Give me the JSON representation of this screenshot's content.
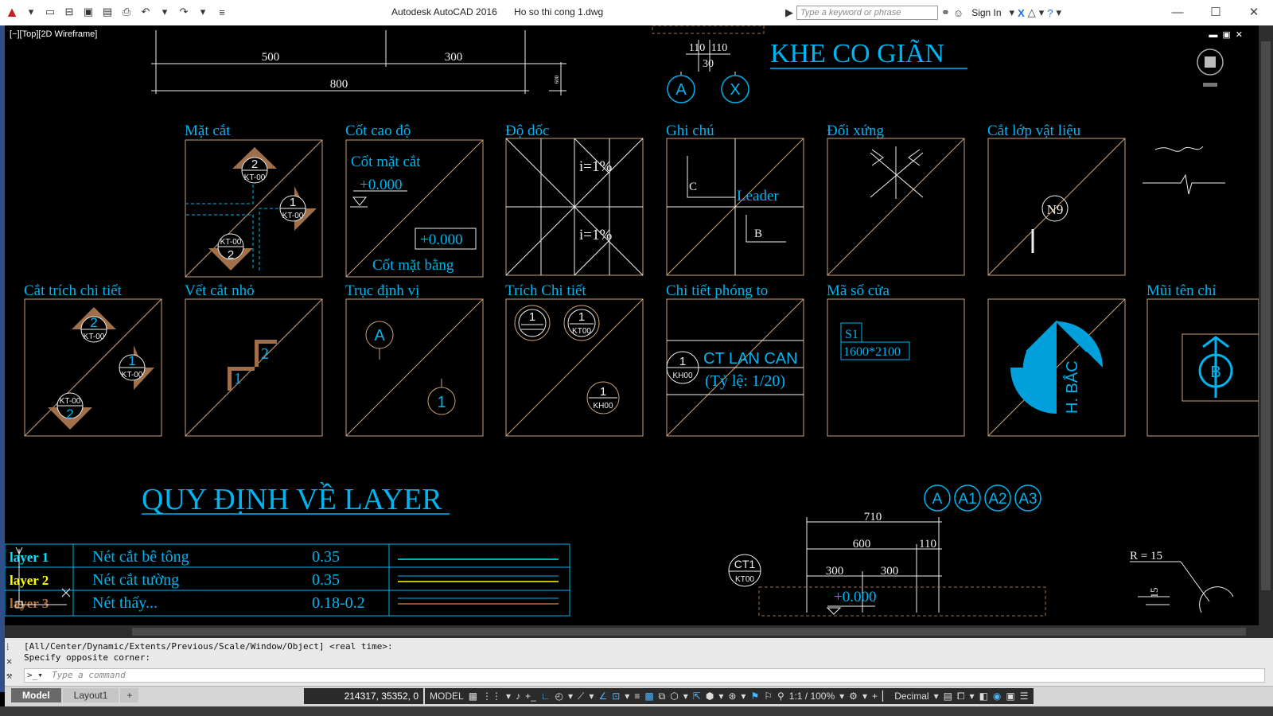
{
  "app": {
    "name": "Autodesk AutoCAD 2016",
    "file": "Ho so thi cong 1.dwg",
    "search_placeholder": "Type a keyword or phrase",
    "sign_in": "Sign In"
  },
  "viewport": {
    "label": "[−][Top][2D Wireframe]"
  },
  "drawing": {
    "dims_top": {
      "d1": "500",
      "d2": "300",
      "d3": "800",
      "d4": "600"
    },
    "khe": {
      "title": "KHE CO GIÃN",
      "d1": "110",
      "d2": "110",
      "d3": "30",
      "axis_a": "A",
      "axis_x": "X"
    },
    "cells_row1": {
      "mat_cat": "Mặt cắt",
      "cot_cao_do": "Cốt cao độ",
      "do_doc": "Độ dốc",
      "ghi_chu": "Ghi chú",
      "doi_xung": "Đối xứng",
      "cat_lop": "Cắt lớp vật liệu"
    },
    "cells_row2": {
      "cat_trich": "Cắt trích chi tiết",
      "vet_cat": "Vết cắt nhỏ",
      "truc_dinh_vi": "Trục định vị",
      "trich_ct": "Trích Chi tiết",
      "ct_phong_to": "Chi tiết phóng to",
      "ma_so_cua": "Mã số cửa",
      "mui_ten": "Mũi tên chỉ"
    },
    "texts": {
      "n2": "2",
      "n1": "1",
      "kt": "KT-00",
      "kt2": "KT00",
      "kh": "KH00",
      "cot_mat_cat": "Cốt mặt cắt",
      "cot_mat_bang": "Cốt mặt bằng",
      "level": "+0.000",
      "slope": "i=1%",
      "c": "C",
      "b": "B",
      "leader": "Leader",
      "n9": "N9",
      "axis_a": "A",
      "ct_lan_can": "CT LAN CAN",
      "ty_le": "(Tỷ lệ: 1/20)",
      "s1": "S1",
      "size": "1600*2100",
      "h_bac": "H. BẮC",
      "arrow_b": "B"
    },
    "layer_title": "QUY ĐỊNH VỀ LAYER",
    "layers": [
      {
        "name": "layer 1",
        "desc": "Nét cắt bê tông",
        "weight": "0.35",
        "color": "#00e5ff",
        "line": "#00e5ff"
      },
      {
        "name": "layer 2",
        "desc": "Nét cắt tường",
        "weight": "0.35",
        "color": "#ffff00",
        "line": "#ffff00"
      },
      {
        "name": "layer 3",
        "desc": "Nét thấy...",
        "weight": "0.18-0.2",
        "color": "#b87333",
        "line": "#b87333"
      }
    ],
    "axes_right": [
      "A",
      "A1",
      "A2",
      "A3"
    ],
    "dims_right": {
      "d710": "710",
      "d600": "600",
      "d110": "110",
      "d300a": "300",
      "d300b": "300",
      "r": "R = 15",
      "d15": "15"
    },
    "ct1": {
      "top": "CT1",
      "bottom": "KT00"
    }
  },
  "command": {
    "line1": "[All/Center/Dynamic/Extents/Previous/Scale/Window/Object] <real time>:",
    "line2": "Specify opposite corner:",
    "placeholder": "Type a command"
  },
  "status": {
    "tab_model": "Model",
    "tab_layout": "Layout1",
    "tab_add": "+",
    "coords": "214317, 35352, 0",
    "model": "MODEL",
    "scale": "1:1 / 100%",
    "units": "Decimal"
  },
  "colors": {
    "cyan": "#00b4f0",
    "frame": "#c8a07a",
    "brown": "#a0704a",
    "white": "#f0f0f0"
  }
}
